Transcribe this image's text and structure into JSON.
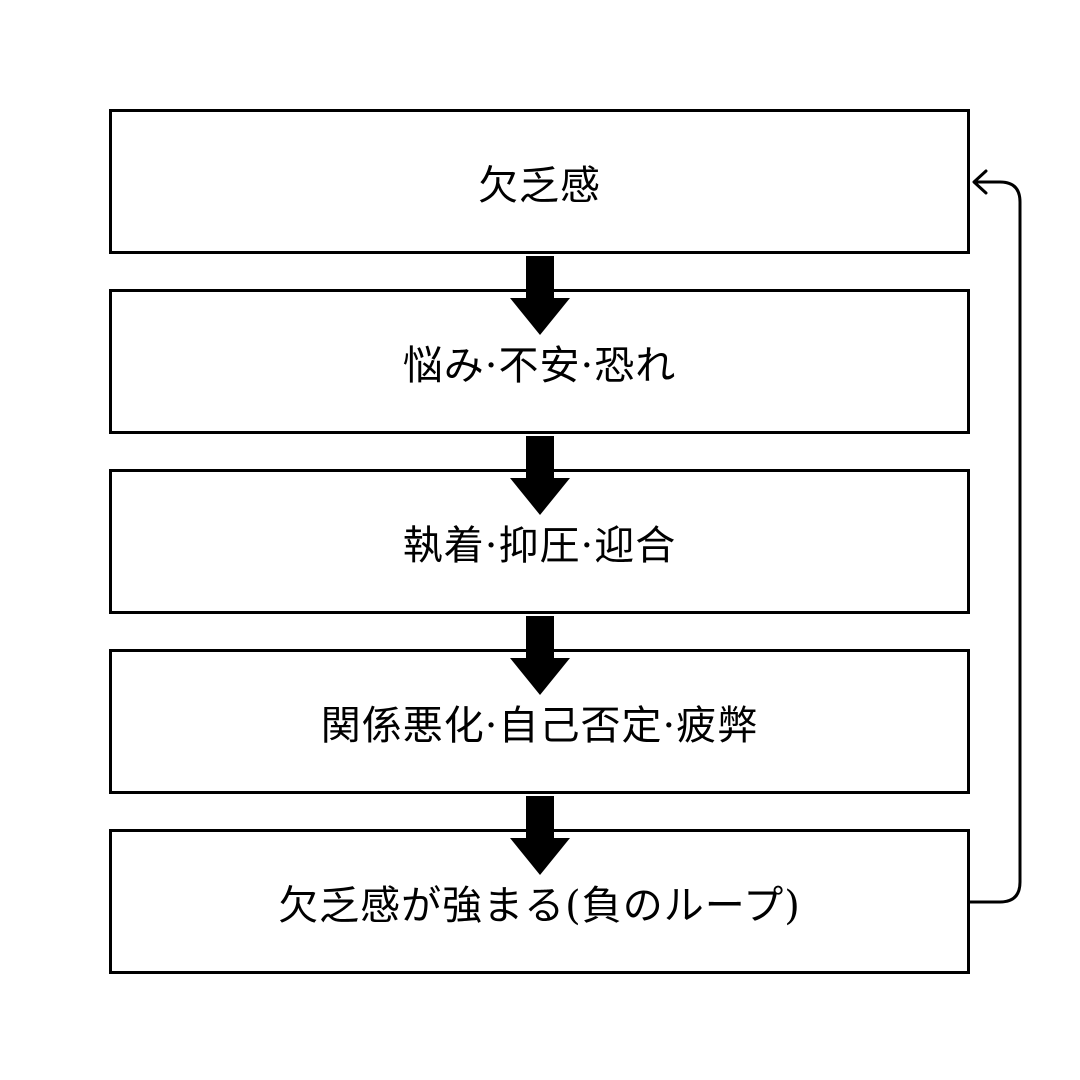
{
  "steps": [
    {
      "label": "欠乏感"
    },
    {
      "label": "悩み·不安·恐れ"
    },
    {
      "label": "執着·抑圧·迎合"
    },
    {
      "label": "関係悪化·自己否定·疲弊"
    },
    {
      "label": "欠乏感が強まる(負のループ)"
    }
  ],
  "colors": {
    "stroke": "#000000",
    "fill": "#ffffff"
  }
}
